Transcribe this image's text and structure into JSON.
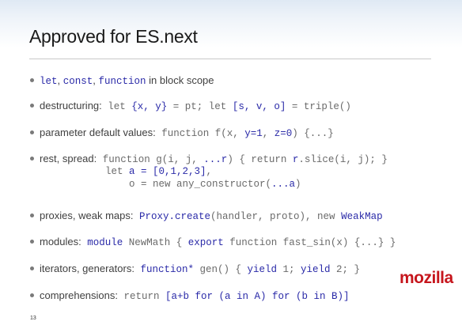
{
  "slide": {
    "title": "Approved for ES.next",
    "page_number": "13",
    "logo_text": "mozilla"
  },
  "bullets": {
    "b1": {
      "k1": "let",
      "s1": ", ",
      "k2": "const",
      "s2": ", ",
      "k3": "function",
      "tail": " in block scope"
    },
    "b2": {
      "label": "destructuring:",
      "c1": " let ",
      "k1": "{x, y}",
      "c2": " = pt; let ",
      "k2": "[s, v, o]",
      "c3": " = triple()"
    },
    "b3": {
      "label": "parameter default values:",
      "c1": " function f(x, ",
      "k1": "y=1",
      "c2": ", ",
      "k2": "z=0",
      "c3": ") {...}"
    },
    "b4": {
      "label": "rest, spread:",
      "c1": " function g(i, j, ",
      "k1": "...r",
      "c2": ") { return ",
      "k2": "r",
      "c3": ".slice(i, j); }",
      "l2_c1": "let ",
      "l2_k1": "a = [0,1,2,3]",
      "l2_c2": ",",
      "l3_c1": "o = new any_constructor(",
      "l3_k1": "...a",
      "l3_c2": ")"
    },
    "b5": {
      "label": "proxies, weak maps:",
      "k1": " Proxy.create",
      "c1": "(handler, proto), new ",
      "k2": "WeakMap"
    },
    "b6": {
      "label": "modules:",
      "k1": " module",
      "c1": " NewMath { ",
      "k2": "export",
      "c2": " function fast_sin(x) {...} }"
    },
    "b7": {
      "label": "iterators, generators:",
      "k1": " function*",
      "c1": " gen() { ",
      "k2": "yield",
      "c2": " 1; ",
      "k3": "yield",
      "c3": " 2; }"
    },
    "b8": {
      "label": "comprehensions:",
      "c1": " return ",
      "k1": "[a+b for (a in A) for (b in B)]"
    }
  }
}
